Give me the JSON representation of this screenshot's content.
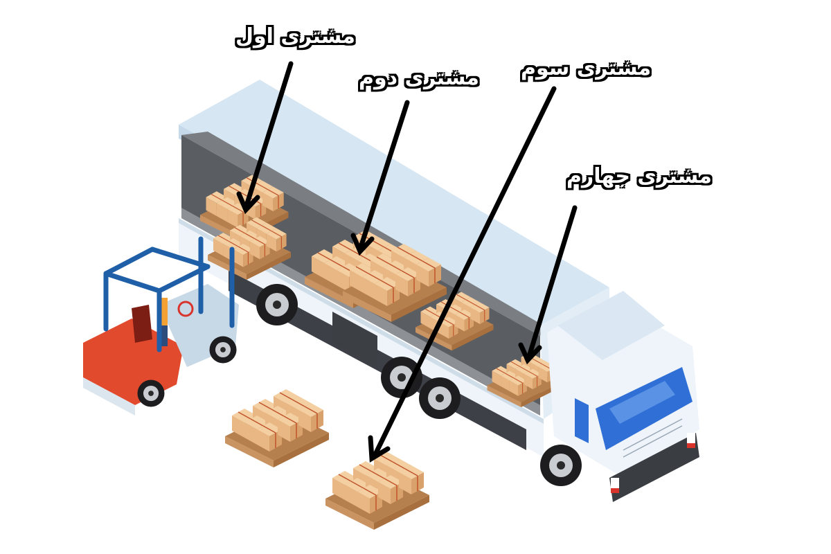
{
  "diagram": {
    "subject": "Truck loading with forklift — multi-customer consolidated shipment",
    "colors": {
      "trailer_body": "#eef4fa",
      "trailer_roof": "#d6e6f2",
      "cargo_interior": "#5a5d61",
      "cab_window": "#2f6fd6",
      "forklift_body": "#e24a2e",
      "forklift_mast": "#1f5fa8",
      "box": "#e9b784",
      "box_strap": "#c0532a",
      "pallet": "#c99362",
      "arrow": "#000000"
    },
    "labels": [
      {
        "id": "customer-1",
        "text": "مشتری اول",
        "target": "pallet stack near trailer rear"
      },
      {
        "id": "customer-2",
        "text": "مشتری دوم",
        "target": "middle pallets in trailer"
      },
      {
        "id": "customer-3",
        "text": "مشتری سوم",
        "target": "pallet on ground in front"
      },
      {
        "id": "customer-4",
        "text": "مشتری جهارم",
        "target": "pallet near the cab"
      }
    ]
  }
}
